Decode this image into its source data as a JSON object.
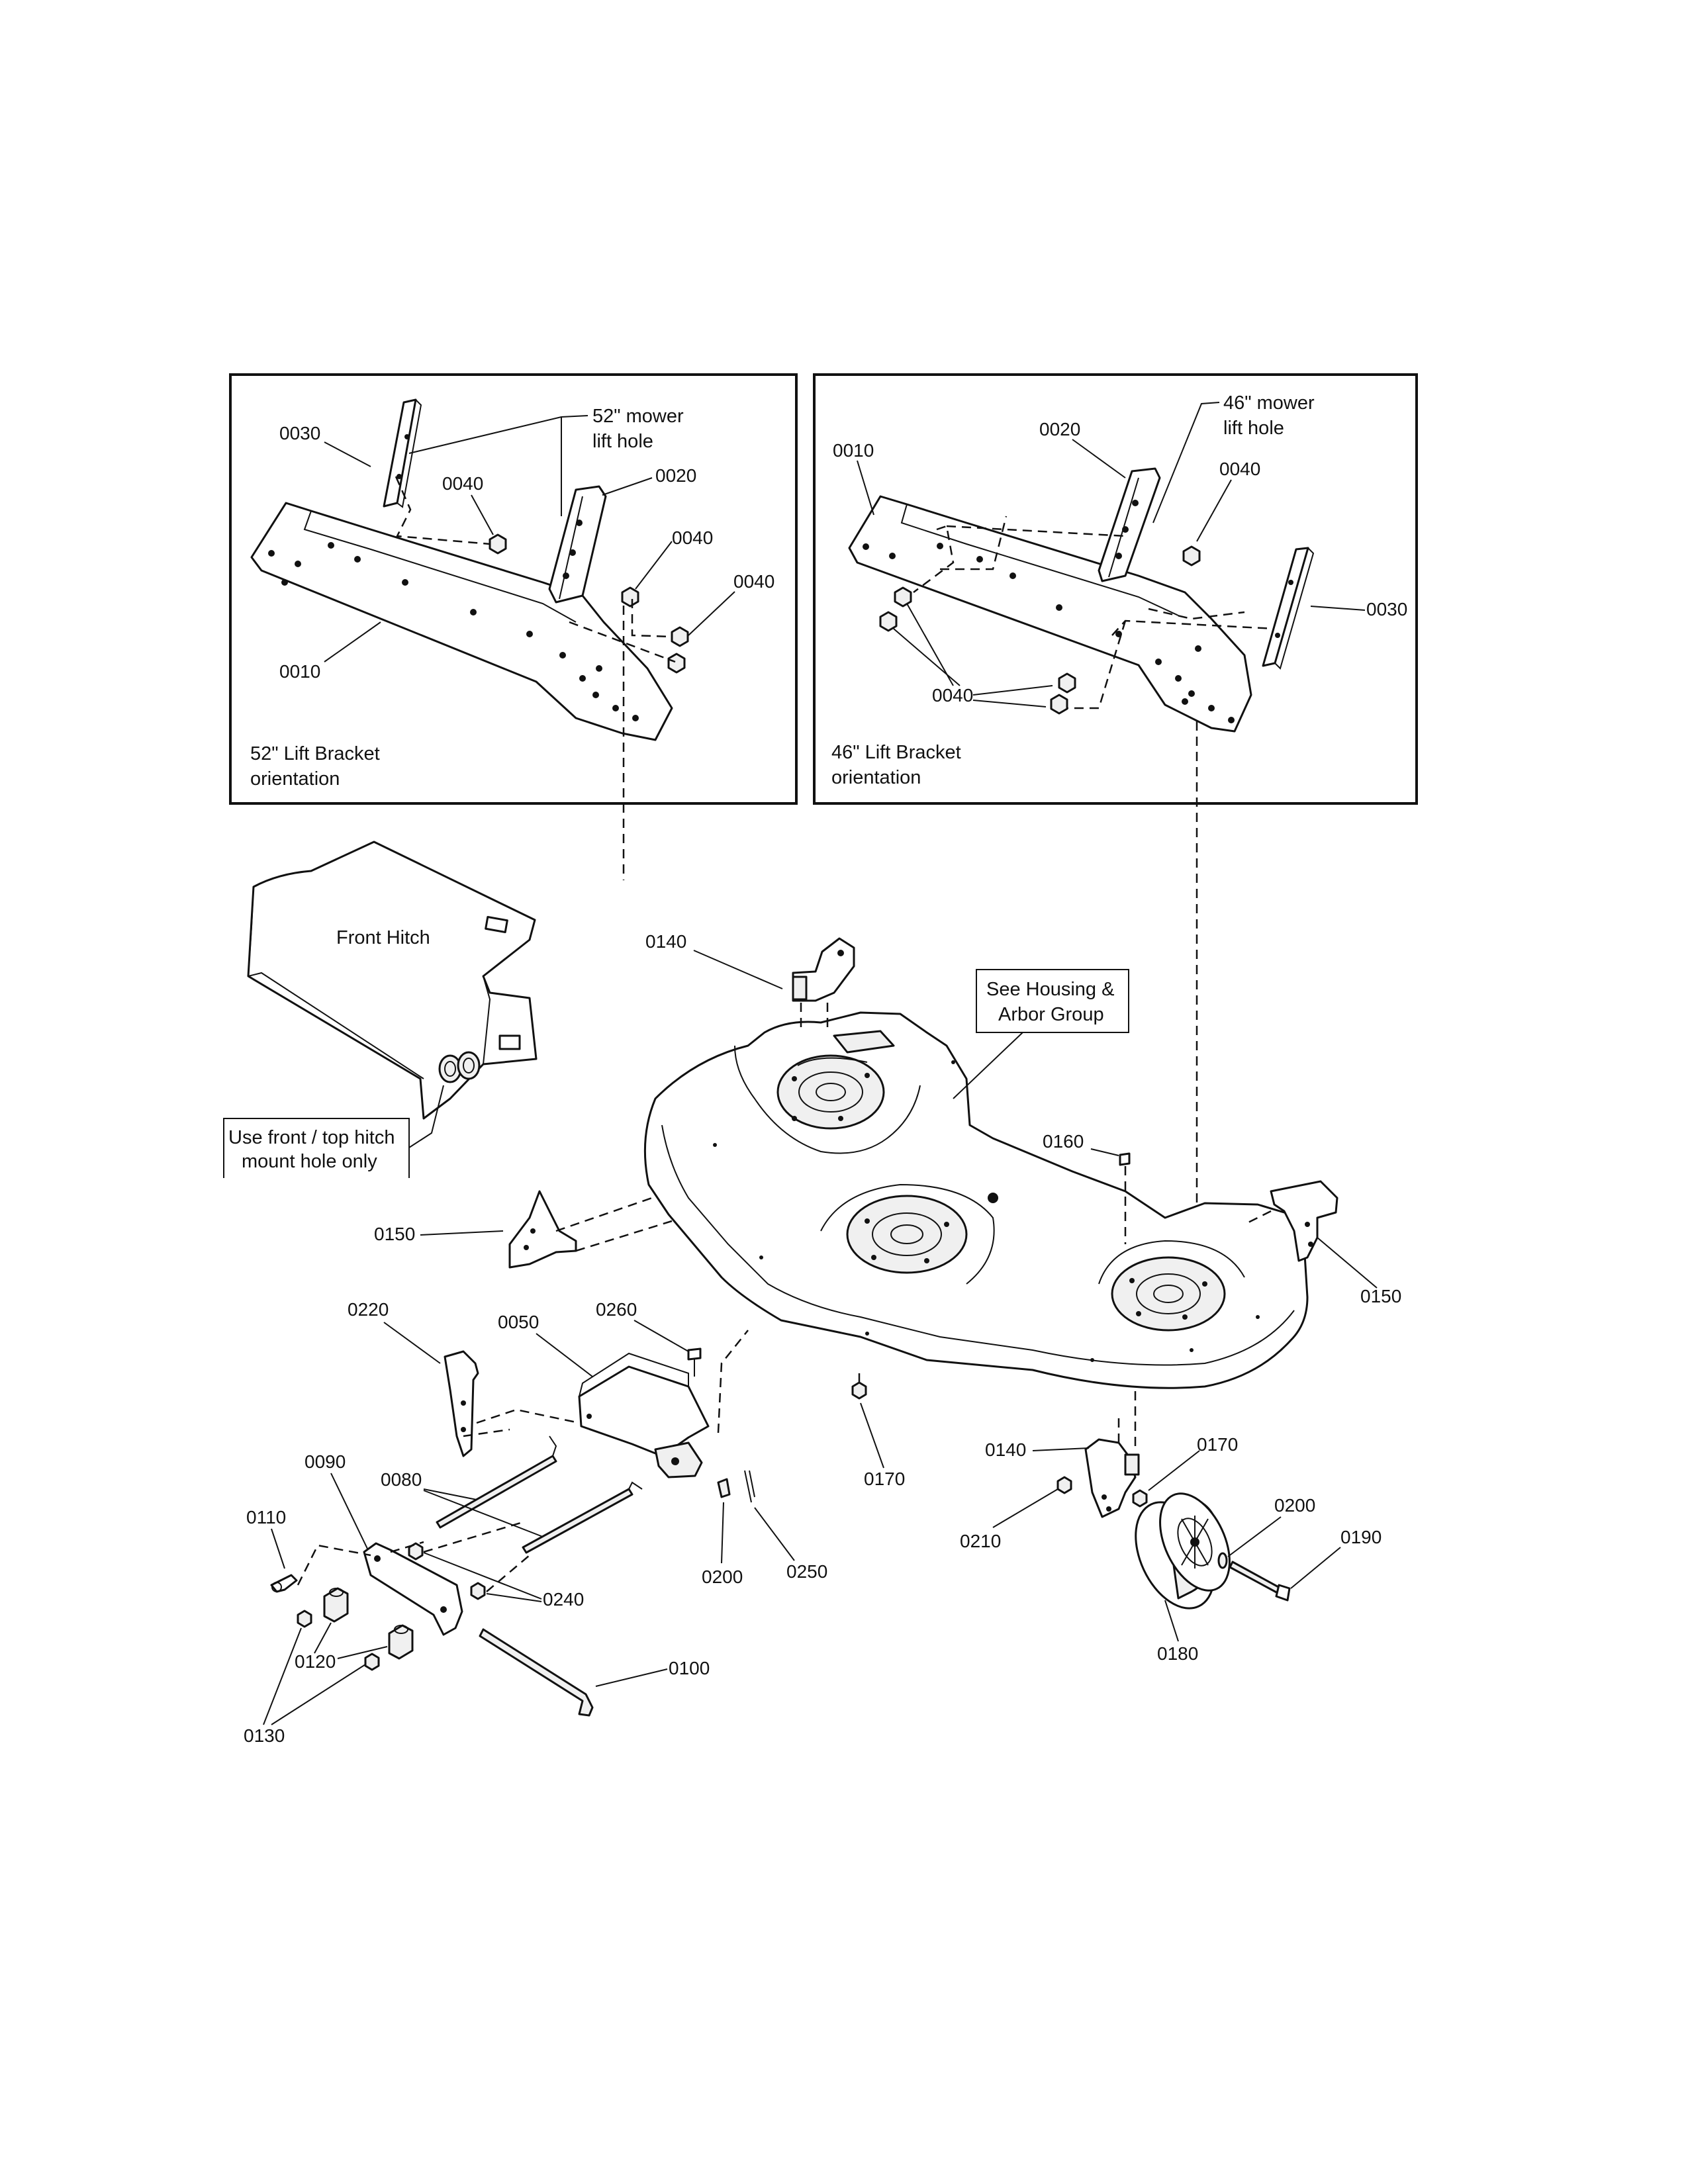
{
  "inset_52": {
    "caption_line1": "52\" Lift Bracket",
    "caption_line2": "orientation",
    "note_line1": "52\" mower",
    "note_line2": "lift hole",
    "callouts": {
      "c0030": "0030",
      "c0040a": "0040",
      "c0020": "0020",
      "c0040b": "0040",
      "c0040c": "0040",
      "c0010": "0010"
    }
  },
  "inset_46": {
    "caption_line1": "46\" Lift Bracket",
    "caption_line2": "orientation",
    "note_line1": "46\" mower",
    "note_line2": "lift hole",
    "callouts": {
      "c0010": "0010",
      "c0020": "0020",
      "c0040a": "0040",
      "c0030": "0030",
      "c0040b": "0040"
    }
  },
  "front_hitch": {
    "label": "Front Hitch",
    "note_line1": "Use front / top hitch",
    "note_line2": "mount hole only"
  },
  "housing_note": {
    "line1": "See Housing &",
    "line2": "Arbor Group"
  },
  "callouts": {
    "c0140_top": "0140",
    "c0160": "0160",
    "c0150_left": "0150",
    "c0150_right": "0150",
    "c0220": "0220",
    "c0050": "0050",
    "c0260": "0260",
    "c0090": "0090",
    "c0080": "0080",
    "c0110": "0110",
    "c0240": "0240",
    "c0120": "0120",
    "c0130": "0130",
    "c0100": "0100",
    "c0200_left": "0200",
    "c0250": "0250",
    "c0170_left": "0170",
    "c0140_bottom": "0140",
    "c0170_right": "0170",
    "c0210": "0210",
    "c0200_right": "0200",
    "c0190": "0190",
    "c0180": "0180"
  }
}
